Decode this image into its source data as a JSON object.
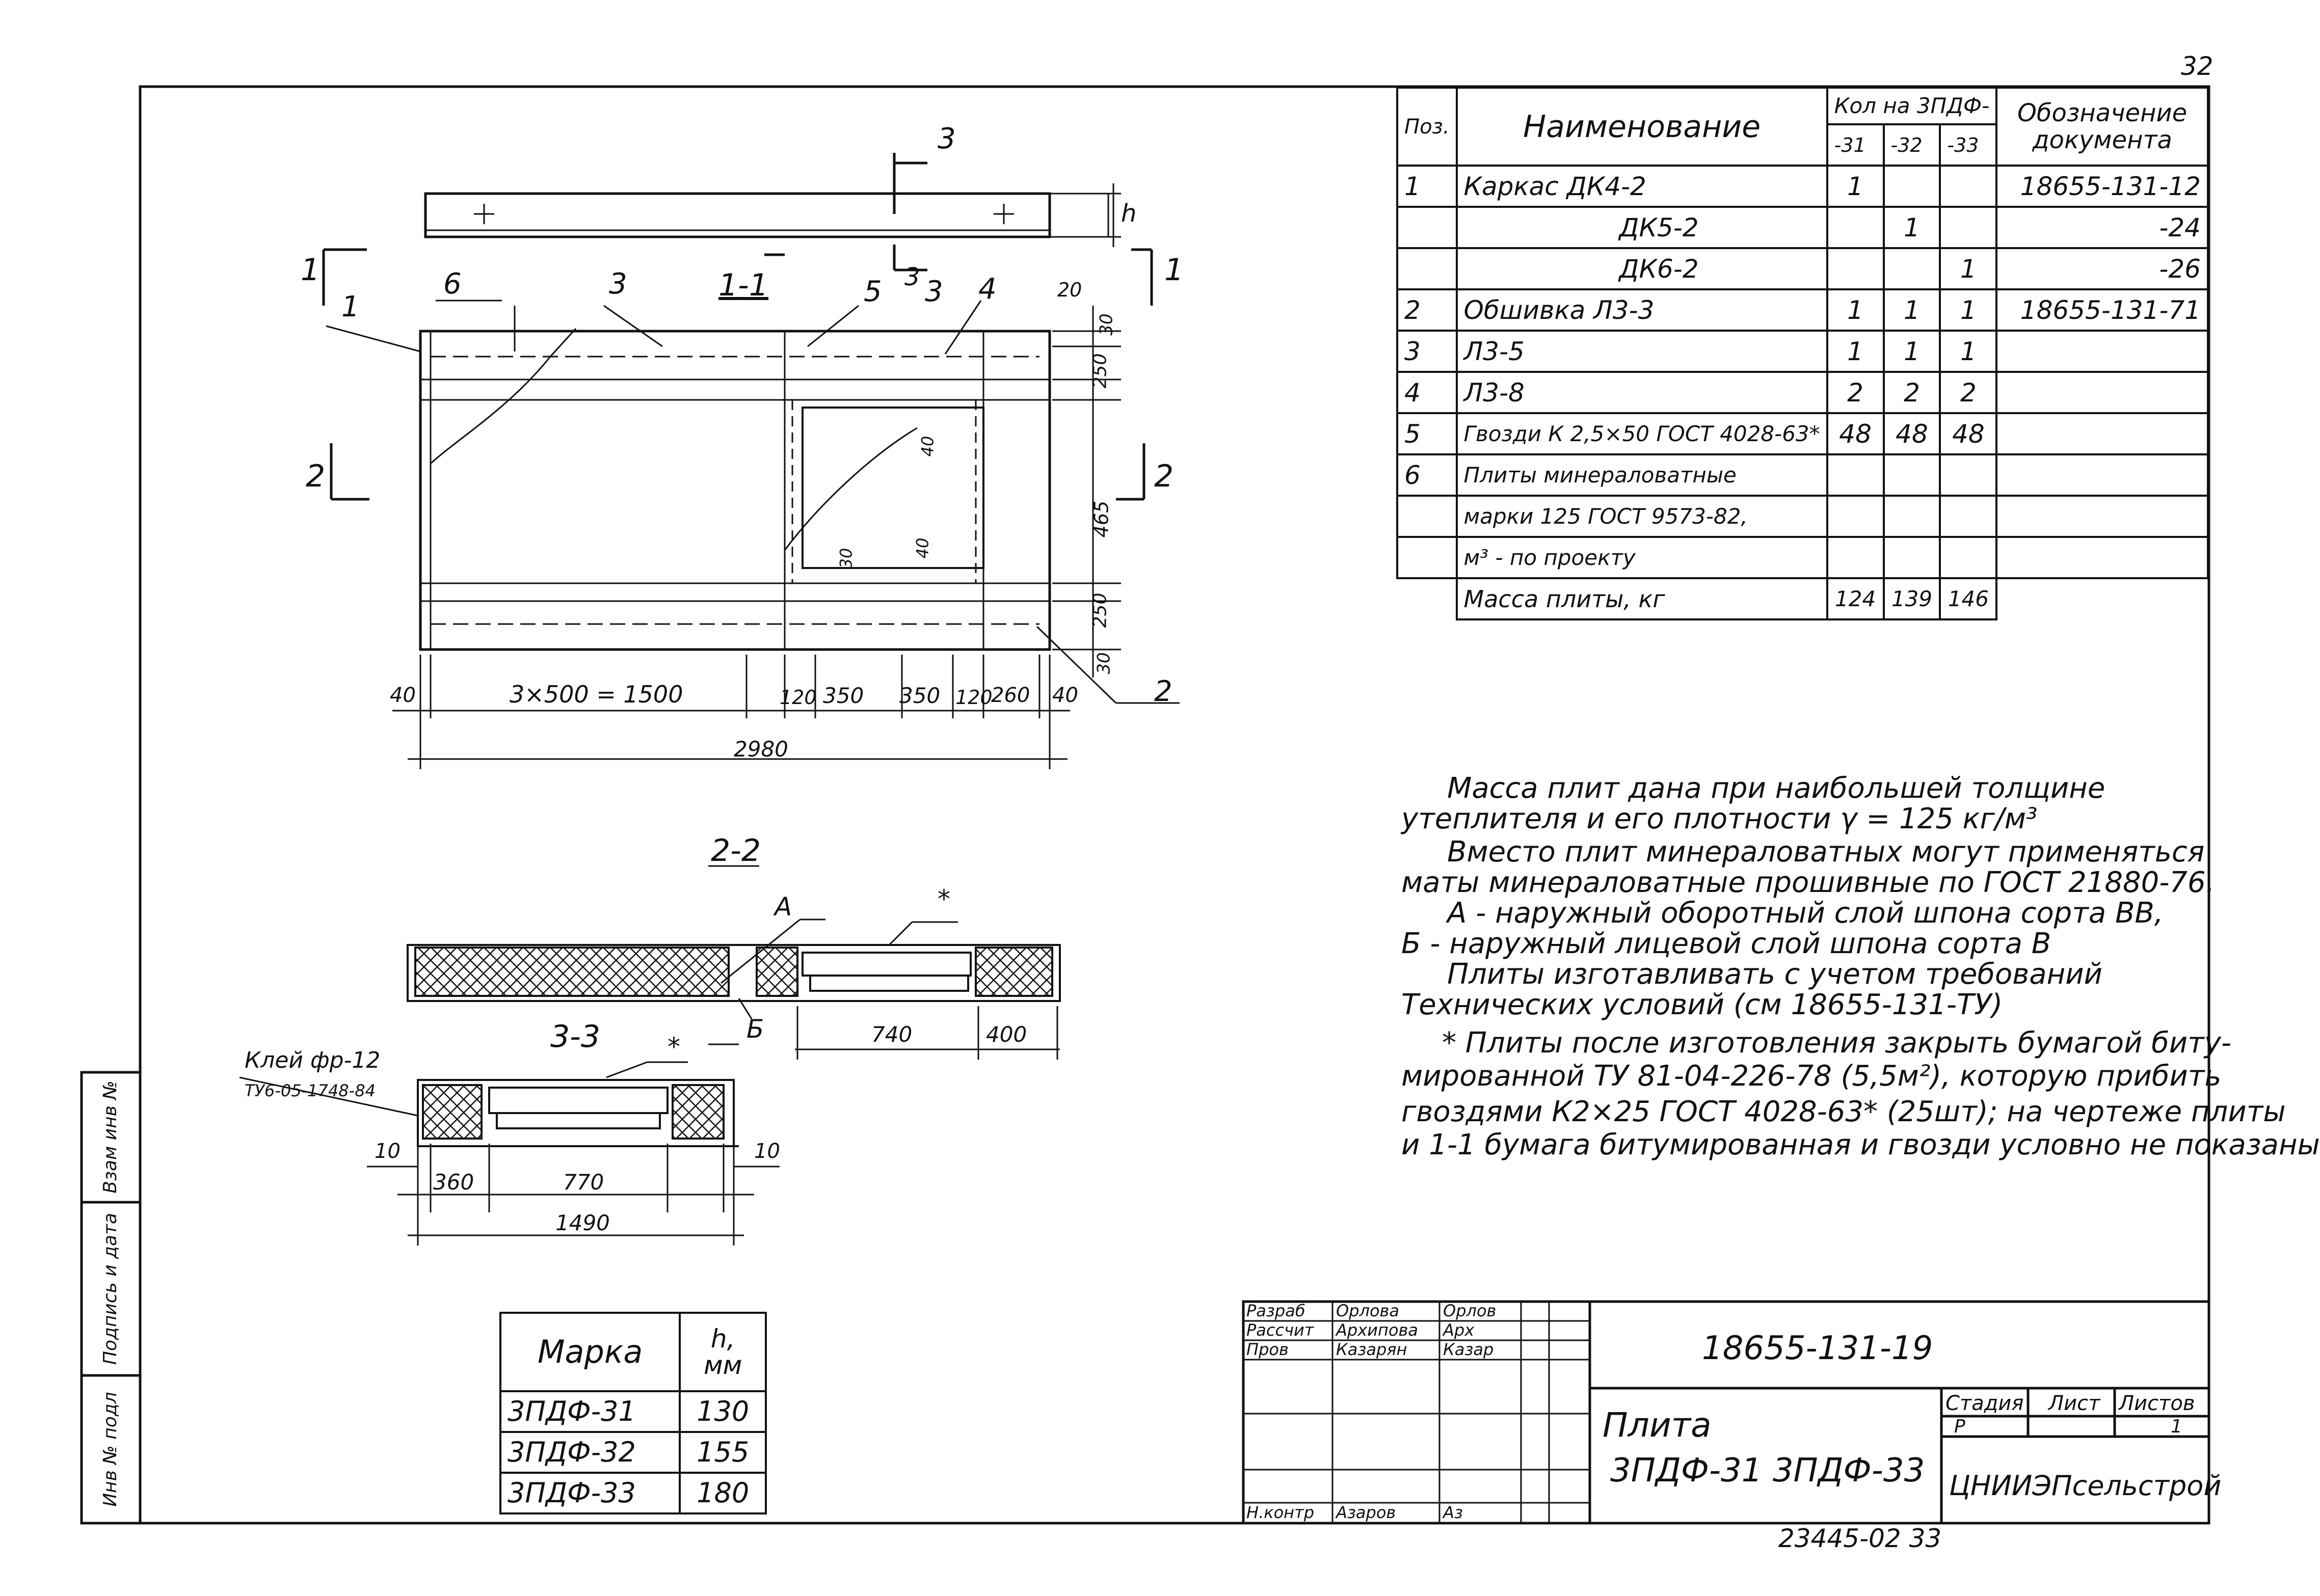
{
  "page_number": "32",
  "side_stamp": {
    "c1": "Инв № подл",
    "c2": "Подпись и дата",
    "c3": "Взам инв №"
  },
  "drawing": {
    "top_view_cut": "3",
    "section_1": "1-1",
    "section_2": "2-2",
    "section_3": "3-3",
    "cut_1": "1",
    "cut_2": "2",
    "leader_tags": {
      "p1": "1",
      "p6": "6",
      "p3": "3",
      "p5": "5",
      "p3b": "3",
      "p4": "4",
      "p2": "2"
    },
    "h_label": "h",
    "dims_plan": {
      "d40a": "40",
      "d3x500": "3×500 = 1500",
      "d120a": "120",
      "d350a": "350",
      "d350b": "350",
      "d120b": "120",
      "d260": "260",
      "d40b": "40",
      "total": "2980",
      "v20": "20",
      "v30a": "30",
      "v250a": "250",
      "v465": "465",
      "v250b": "250",
      "v30b": "30",
      "w40a": "40",
      "w40b": "40",
      "w30": "30"
    },
    "section22": {
      "A": "А",
      "B": "Б",
      "star": "*",
      "d740": "740",
      "d400": "400"
    },
    "section33": {
      "glue1": "Клей фр-12",
      "glue2": "ТУ6-05-1748-84",
      "star": "*",
      "d10a": "10",
      "d10b": "10",
      "d360": "360",
      "d770": "770",
      "d1490": "1490"
    }
  },
  "spec": {
    "headers": {
      "pos": "Поз.",
      "name": "Наименование",
      "qty": "Кол на 3ПДФ-",
      "q31": "-31",
      "q32": "-32",
      "q33": "-33",
      "doc": "Обозначение документа"
    },
    "rows": [
      {
        "pos": "1",
        "name": "Каркас   ДК4-2",
        "q31": "1",
        "q32": "",
        "q33": "",
        "doc": "18655-131-12"
      },
      {
        "pos": "",
        "name": "ДК5-2",
        "q31": "",
        "q32": "1",
        "q33": "",
        "doc": "-24"
      },
      {
        "pos": "",
        "name": "ДК6-2",
        "q31": "",
        "q32": "",
        "q33": "1",
        "doc": "-26"
      },
      {
        "pos": "2",
        "name": "Обшивка  Л3-3",
        "q31": "1",
        "q32": "1",
        "q33": "1",
        "doc": "18655-131-71"
      },
      {
        "pos": "3",
        "name": "Л3-5",
        "q31": "1",
        "q32": "1",
        "q33": "1",
        "doc": ""
      },
      {
        "pos": "4",
        "name": "Л3-8",
        "q31": "2",
        "q32": "2",
        "q33": "2",
        "doc": ""
      },
      {
        "pos": "5",
        "name": "Гвозди К 2,5×50 ГОСТ 4028-63*",
        "q31": "48",
        "q32": "48",
        "q33": "48",
        "doc": ""
      },
      {
        "pos": "6",
        "name": "Плиты минераловатные",
        "q31": "",
        "q32": "",
        "q33": "",
        "doc": ""
      },
      {
        "pos": "",
        "name": "марки 125 ГОСТ 9573-82,",
        "q31": "",
        "q32": "",
        "q33": "",
        "doc": ""
      },
      {
        "pos": "",
        "name": "м³ - по проекту",
        "q31": "",
        "q32": "",
        "q33": "",
        "doc": ""
      }
    ],
    "mass_row": {
      "label": "Масса плиты, кг",
      "q31": "124",
      "q32": "139",
      "q33": "146"
    }
  },
  "notes": [
    "Масса плит дана при наибольшей толщине",
    "утеплителя и его плотности γ = 125 кг/м³",
    "Вместо плит минераловатных могут применяться",
    "маты минераловатные прошивные по ГОСТ 21880-76.",
    "А - наружный оборотный слой шпона сорта ВВ,",
    "Б - наружный лицевой слой шпона сорта В",
    "Плиты изготавливать с учетом требований",
    "Технических условий (см 18655-131-ТУ)",
    "* Плиты после изготовления закрыть бумагой биту-",
    "мированной ТУ 81-04-226-78  (5,5м²), которую прибить",
    "гвоздями К2×25 ГОСТ 4028-63*  (25шт); на чертеже плиты",
    "и 1-1 бумага битумированная и гвозди условно не показаны"
  ],
  "marka_table": {
    "h_marka": "Марка",
    "h_h": "h,",
    "h_mm": "мм",
    "rows": [
      {
        "m": "3ПДФ-31",
        "h": "130"
      },
      {
        "m": "3ПДФ-32",
        "h": "155"
      },
      {
        "m": "3ПДФ-33",
        "h": "180"
      }
    ]
  },
  "title_block": {
    "roles": [
      {
        "role": "Разраб",
        "name": "Орлова",
        "sign": "Орлов"
      },
      {
        "role": "Рассчит",
        "name": "Архипова",
        "sign": "Арх"
      },
      {
        "role": "Пров",
        "name": "Казарян",
        "sign": "Казар"
      },
      {
        "role": "",
        "name": "",
        "sign": ""
      },
      {
        "role": "",
        "name": "",
        "sign": ""
      },
      {
        "role": "Н.контр",
        "name": "Азаров",
        "sign": "Аз"
      }
    ],
    "code": "18655-131-19",
    "title1": "Плита",
    "title2": "3ПДФ-31    3ПДФ-33",
    "stage_label": "Стадия",
    "sheet_label": "Лист",
    "sheets_label": "Листов",
    "stage": "Р",
    "sheets": "1",
    "org": "ЦНИИЭПсельстрой",
    "footer": "23445-02   33"
  }
}
